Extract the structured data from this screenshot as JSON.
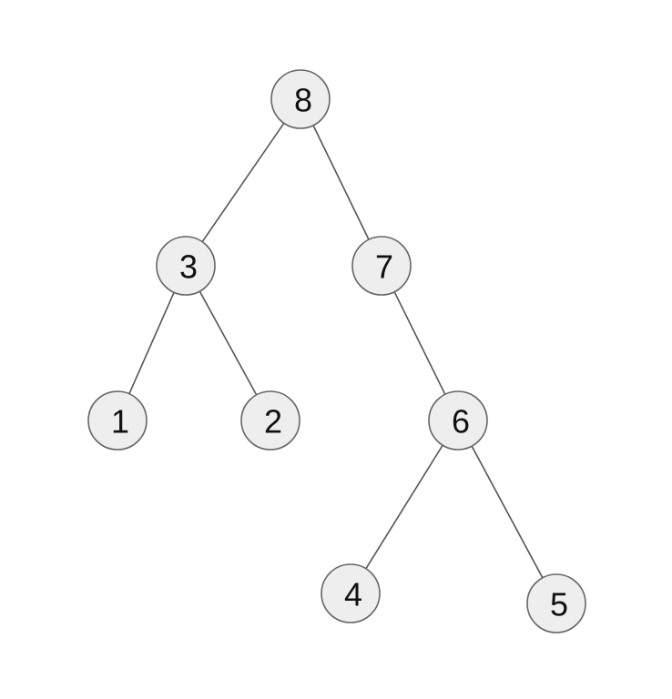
{
  "diagram": {
    "type": "binary-tree",
    "colors": {
      "node_fill": "#eeeeee",
      "node_stroke": "#666666",
      "edge": "#555555",
      "text": "#111111"
    },
    "nodes": [
      {
        "id": "n8",
        "label": "8"
      },
      {
        "id": "n3",
        "label": "3"
      },
      {
        "id": "n7",
        "label": "7"
      },
      {
        "id": "n1",
        "label": "1"
      },
      {
        "id": "n2",
        "label": "2"
      },
      {
        "id": "n6",
        "label": "6"
      },
      {
        "id": "n4",
        "label": "4"
      },
      {
        "id": "n5",
        "label": "5"
      }
    ],
    "edges": [
      {
        "from": "n8",
        "to": "n3"
      },
      {
        "from": "n8",
        "to": "n7"
      },
      {
        "from": "n3",
        "to": "n1"
      },
      {
        "from": "n3",
        "to": "n2"
      },
      {
        "from": "n7",
        "to": "n6"
      },
      {
        "from": "n6",
        "to": "n4"
      },
      {
        "from": "n6",
        "to": "n5"
      }
    ]
  }
}
